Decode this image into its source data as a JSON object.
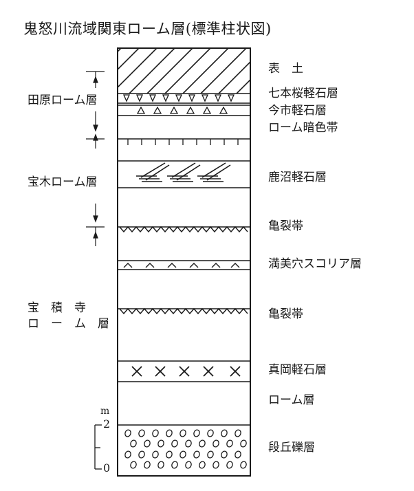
{
  "title": "鬼怒川流域関東ローム層(標準柱状図)",
  "units": [
    {
      "label": "田原ローム層"
    },
    {
      "label": "宝木ローム層"
    },
    {
      "label_line1": "宝　積　寺",
      "label_line2": "ロ　ー　ム　層"
    }
  ],
  "layers": [
    {
      "label": "表　土"
    },
    {
      "label": "七本桜軽石層"
    },
    {
      "label": "今市軽石層"
    },
    {
      "label": "ローム暗色帯"
    },
    {
      "label": "鹿沼軽石層"
    },
    {
      "label": "亀裂帯"
    },
    {
      "label": "満美穴スコリア層"
    },
    {
      "label": "亀裂帯"
    },
    {
      "label": "真岡軽石層"
    },
    {
      "label": "ローム層"
    },
    {
      "label": "段丘礫層"
    }
  ],
  "scale": {
    "unit": "m",
    "ticks": [
      "2",
      "0"
    ]
  }
}
